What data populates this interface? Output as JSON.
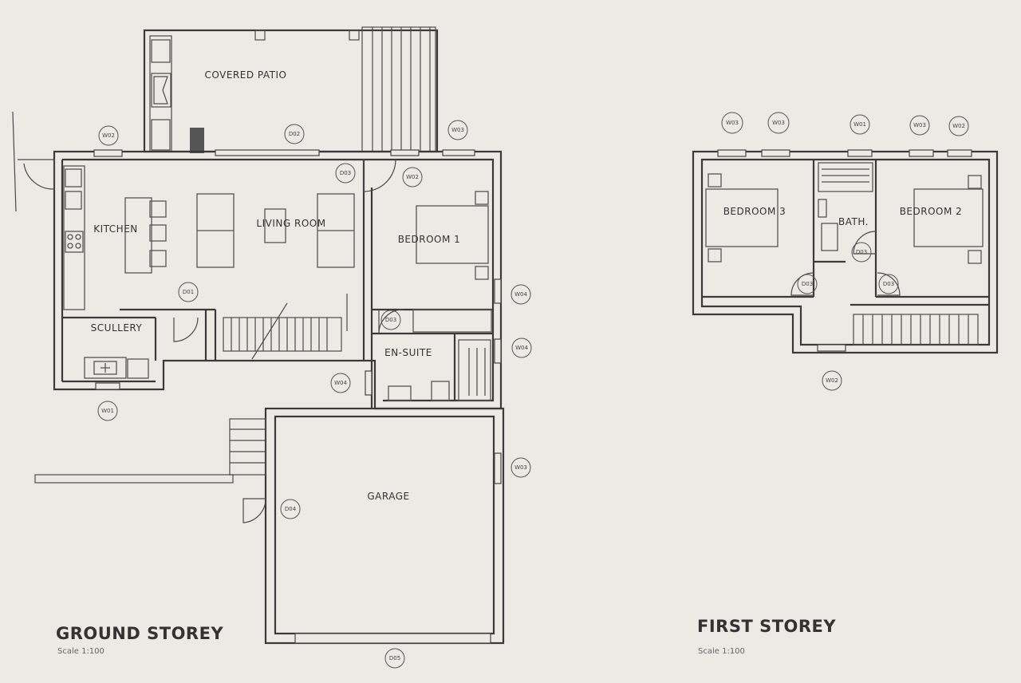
{
  "ground_storey": {
    "title": "GROUND STOREY",
    "scale": "Scale 1:100",
    "rooms": {
      "covered_patio": "COVERED PATIO",
      "kitchen": "KITCHEN",
      "living_room": "LIVING ROOM",
      "bedroom_1": "BEDROOM  1",
      "scullery": "SCULLERY",
      "en_suite": "EN-SUITE",
      "garage": "GARAGE"
    },
    "tags": {
      "w02_left": "W02",
      "d02_patio": "D02",
      "w03_top": "W03",
      "d03_living": "D03",
      "w02_bedroom": "W02",
      "d01": "D01",
      "w04_right": "W04",
      "d03_ensuite": "D03",
      "w04_right2": "W04",
      "w04_mid": "W04",
      "w01": "W01",
      "w03_garage": "W03",
      "d04": "D04",
      "d05": "D05"
    }
  },
  "first_storey": {
    "title": "FIRST STOREY",
    "scale": "Scale 1:100",
    "rooms": {
      "bedroom_3": "BEDROOM 3",
      "bath": "BATH.",
      "bedroom_2": "BEDROOM 2"
    },
    "tags": {
      "w03_a": "W03",
      "w03_b": "W03",
      "w01": "W01",
      "w03_c": "W03",
      "w02_a": "W02",
      "d03_bath": "D03",
      "d03_left": "D03",
      "d03_right": "D03",
      "w02_bottom": "W02"
    }
  }
}
